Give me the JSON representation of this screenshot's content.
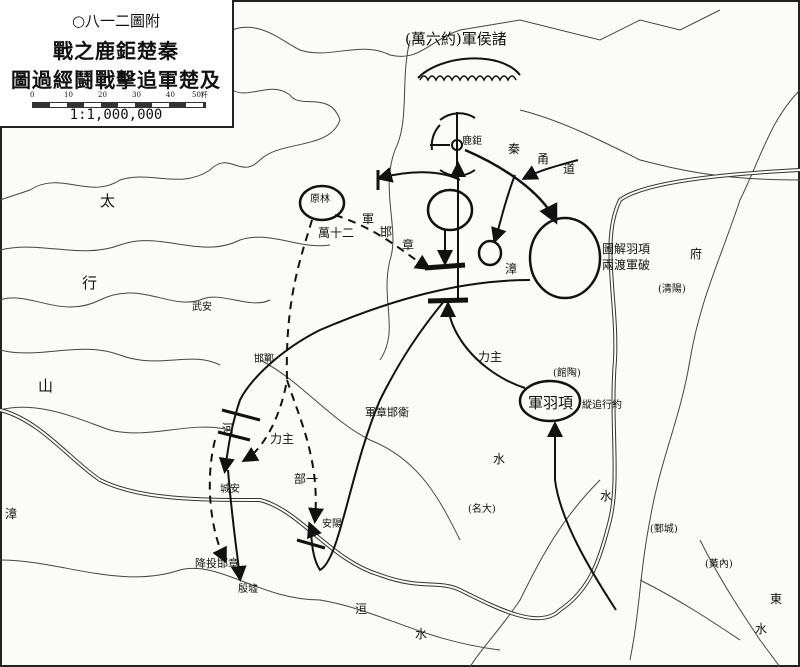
{
  "legend": {
    "figure_number": "○八一二圖附",
    "title_line1": "戰之鹿鉅楚秦",
    "title_line2": "圖過經鬪戰擊追軍楚及",
    "scale_ticks": [
      "0",
      "10",
      "20",
      "30",
      "40",
      "50粁"
    ],
    "scale_ratio": "1:1,000,000"
  },
  "labels": {
    "allied_lords": "(萬六約)軍侯諸",
    "julu": "鹿鉅",
    "qin_1": "秦",
    "qin_2": "甬",
    "qin_3": "道",
    "jiyuan": "原林",
    "twenty_wan": "萬十二",
    "zhanghan_1": "軍",
    "zhanghan_2": "邯",
    "zhanghan_3": "章",
    "xiangyu_note_1": "圖解羽項",
    "xiangyu_note_2": "兩渡軍破",
    "zhang_river": "漳",
    "qinghe": "(清陽)",
    "taihang_1": "太",
    "taihang_2": "行",
    "taihang_3": "山",
    "wuan": "武安",
    "handan": "邯鄲",
    "main_force_1": "力主",
    "main_force_2": "力主",
    "xiangyu_army": "軍羽項",
    "guantao": "(館陶)",
    "pursuit": "縱追行約",
    "zhanghan_retreat": "軍章邯衛",
    "one_unit": "部一",
    "river_1": "水",
    "river_2": "水",
    "river_3": "水",
    "daming": "(名大)",
    "surrender": "降投邯章",
    "yinxu": "殷墟",
    "chengan": "城安",
    "huan": "洹",
    "anyang": "安陽",
    "dan": "河",
    "neihuang": "(黃內)",
    "juancheng": "(鄄城)",
    "river_far": "水",
    "dong": "東",
    "shui_left": "漳",
    "ding": "府"
  }
}
